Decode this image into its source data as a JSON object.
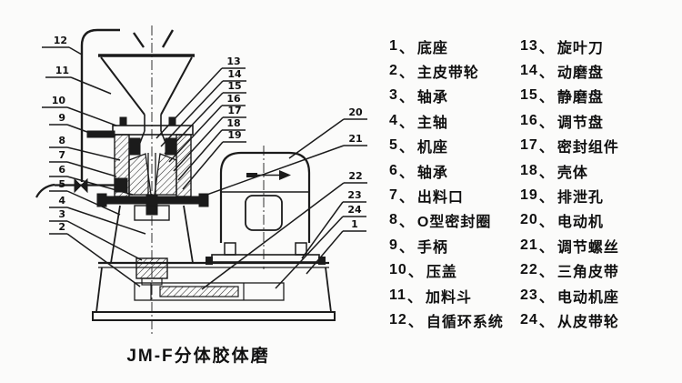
{
  "window": {
    "background": "#fbfbfa"
  },
  "colors": {
    "ink": "#1b1b1b",
    "text": "#101010"
  },
  "diagram": {
    "caption": "JM-F分体胶体磨",
    "callouts": {
      "left": [
        "12",
        "11",
        "10",
        "9",
        "8",
        "7",
        "6",
        "5",
        "4",
        "3",
        "2"
      ],
      "middle": [
        "13",
        "14",
        "15",
        "16",
        "17",
        "18",
        "19"
      ],
      "right": [
        "20",
        "21",
        "22",
        "23",
        "24",
        "1"
      ]
    }
  },
  "parts_list": {
    "separator": "、",
    "columns": [
      {
        "items": [
          {
            "num": "1",
            "name": "底座"
          },
          {
            "num": "2",
            "name": "主皮带轮"
          },
          {
            "num": "3",
            "name": "轴承"
          },
          {
            "num": "4",
            "name": "主轴"
          },
          {
            "num": "5",
            "name": "机座"
          },
          {
            "num": "6",
            "name": "轴承"
          },
          {
            "num": "7",
            "name": "出料口"
          },
          {
            "num": "8",
            "name": "O型密封圈"
          },
          {
            "num": "9",
            "name": "手柄"
          },
          {
            "num": "10",
            "name": "压盖"
          },
          {
            "num": "11",
            "name": "加料斗"
          },
          {
            "num": "12",
            "name": "自循环系统"
          }
        ]
      },
      {
        "items": [
          {
            "num": "13",
            "name": "旋叶刀"
          },
          {
            "num": "14",
            "name": "动磨盘"
          },
          {
            "num": "15",
            "name": "静磨盘"
          },
          {
            "num": "16",
            "name": "调节盘"
          },
          {
            "num": "17",
            "name": "密封组件"
          },
          {
            "num": "18",
            "name": "壳体"
          },
          {
            "num": "19",
            "name": "排泄孔"
          },
          {
            "num": "20",
            "name": "电动机"
          },
          {
            "num": "21",
            "name": "调节螺丝"
          },
          {
            "num": "22",
            "name": "三角皮带"
          },
          {
            "num": "23",
            "name": "电动机座"
          },
          {
            "num": "24",
            "name": "从皮带轮"
          }
        ]
      }
    ]
  }
}
